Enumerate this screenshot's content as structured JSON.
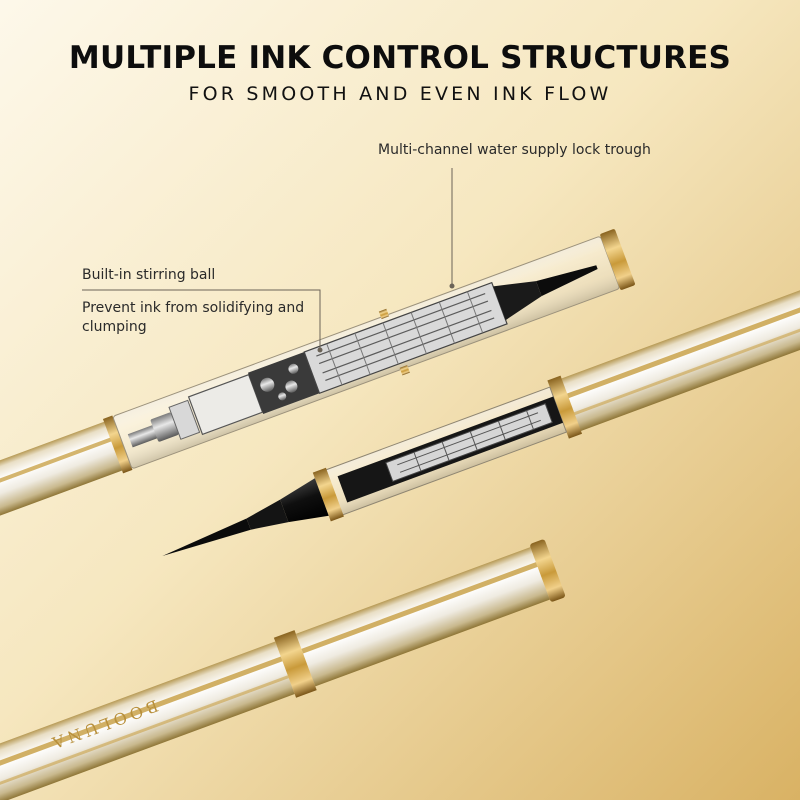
{
  "header": {
    "title": "MULTIPLE INK CONTROL STRUCTURES",
    "subtitle": "FOR SMOOTH AND EVEN INK FLOW"
  },
  "callouts": {
    "water_supply": "Multi-channel water supply lock trough",
    "stirring_ball": "Built-in stirring ball",
    "anti_clump": "Prevent ink from solidifying and clumping"
  },
  "product": {
    "brand_engraving": "BOOLUNA"
  },
  "colors": {
    "background_light": "#fbf3dc",
    "background_gold": "#dcb66a",
    "gold_trim": "#c79a3c",
    "barrel_white": "#f4f1ea",
    "ink_black": "#141414"
  }
}
